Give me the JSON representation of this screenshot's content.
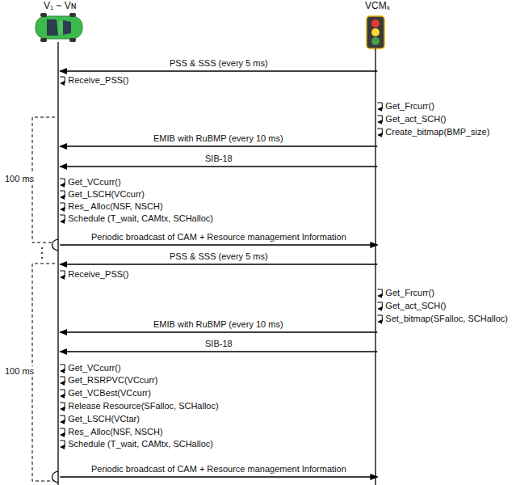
{
  "diagram": {
    "nodes": [
      {
        "text": [
          "V₁ ~ Vɴ"
        ]
      },
      {
        "text": [
          "VCMₖ"
        ]
      }
    ],
    "edges": [
      {
        "from": 1,
        "to": 0,
        "arrow": "to",
        "label": "PSS & SSS (every 5 ms)"
      },
      {
        "from": 1,
        "to": 0,
        "arrow": "to",
        "label": "EMIB with RuBMP (every 10 ms)"
      },
      {
        "from": 1,
        "to": 0,
        "arrow": "to",
        "label": "SIB-18"
      },
      {
        "from": 0,
        "to": 1,
        "arrow": "to",
        "label": "Periodic broadcast of CAM + Resource management Information"
      },
      {
        "from": 1,
        "to": 0,
        "arrow": "to",
        "label": "PSS & SSS (every 5 ms)"
      },
      {
        "from": 1,
        "to": 0,
        "arrow": "to",
        "label": "EMIB with RuBMP (every 10 ms)"
      },
      {
        "from": 1,
        "to": 0,
        "arrow": "to",
        "label": "SIB-18"
      },
      {
        "from": 0,
        "to": 1,
        "arrow": "to",
        "label": "Periodic broadcast of CAM + Resource management Information"
      }
    ],
    "labels": [
      "Receive_PSS()",
      "Get_Frcurr()",
      "Get_act_SCH()",
      "Create_bitmap(BMP_size)",
      "100 ms",
      "Get_VCcurr()",
      "Get_LSCH(VCcurr)",
      "Res_ Alloc(NSF, NSCH)",
      "Schedule (T_wait, CAMtx, SCHalloc)",
      "Receive_PSS()",
      "Get_Frcurr()",
      "Get_act_SCH()",
      "Set_bitmap(SFalloc, SCHalloc)",
      "100 ms",
      "Get_VCcurr()",
      "Get_RSRPVC(VCcurr)",
      "Get_VCBest(VCcurr)",
      "Release Resource(SFalloc, SCHalloc)",
      "Get_LSCH(VCtar)",
      "Res_ Alloc(NSF, NSCH)",
      "Schedule (T_wait, CAMtx, SCHalloc)"
    ]
  }
}
